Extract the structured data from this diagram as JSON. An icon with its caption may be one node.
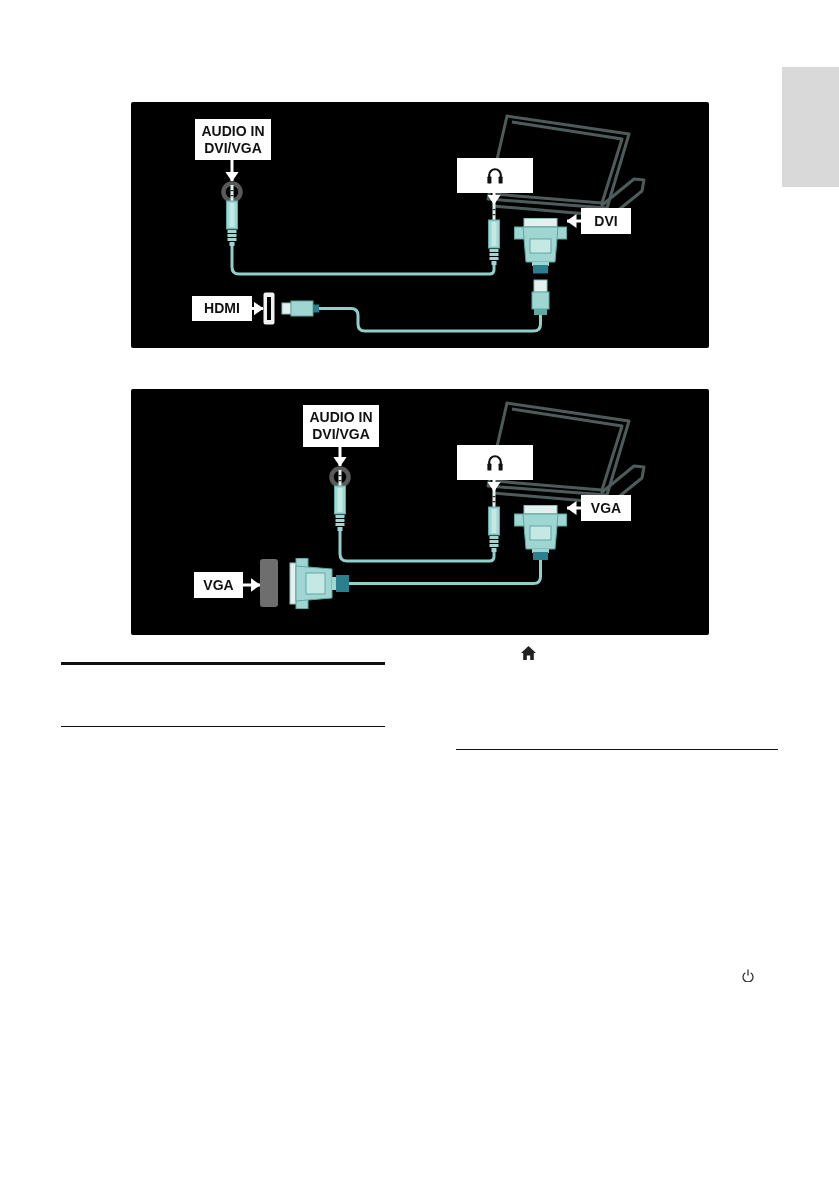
{
  "diagram": {
    "nodes": [
      {
        "text": [
          "AUDIO IN DVI/VGA"
        ]
      },
      {
        "text": [],
        "shape": "picture"
      },
      {
        "text": [],
        "shape": "box"
      },
      {
        "text": [],
        "shape": "picture"
      },
      {
        "text": [
          "DVI"
        ]
      },
      {
        "text": [],
        "shape": "picture"
      },
      {
        "text": [
          "HDMI"
        ]
      },
      {
        "text": [],
        "shape": "picture"
      },
      {
        "text": [
          "AUDIO IN DVI/VGA"
        ]
      },
      {
        "text": [],
        "shape": "picture"
      },
      {
        "text": [],
        "shape": "box"
      },
      {
        "text": [],
        "shape": "picture"
      },
      {
        "text": [
          "VGA"
        ]
      },
      {
        "text": [],
        "shape": "picture"
      },
      {
        "text": [
          "VGA"
        ]
      },
      {
        "text": [],
        "shape": "picture"
      }
    ],
    "edges": [
      {
        "from": 0,
        "to": 1,
        "arrow": "to"
      },
      {
        "from": 2,
        "to": 3,
        "arrow": "to"
      },
      {
        "from": 4,
        "to": 5,
        "arrow": "to"
      },
      {
        "from": 6,
        "to": 7,
        "arrow": "to"
      },
      {
        "from": 1,
        "to": 3,
        "arrow": "none",
        "color": "#8fd0cb"
      },
      {
        "from": 7,
        "to": 5,
        "arrow": "none",
        "color": "#8fd0cb"
      },
      {
        "from": 8,
        "to": 9,
        "arrow": "to"
      },
      {
        "from": 10,
        "to": 11,
        "arrow": "to"
      },
      {
        "from": 12,
        "to": 13,
        "arrow": "to"
      },
      {
        "from": 14,
        "to": 15,
        "arrow": "to"
      },
      {
        "from": 9,
        "to": 11,
        "arrow": "none",
        "color": "#8fd0cb"
      },
      {
        "from": 15,
        "to": 13,
        "arrow": "none",
        "color": "#8fd0cb"
      }
    ]
  }
}
